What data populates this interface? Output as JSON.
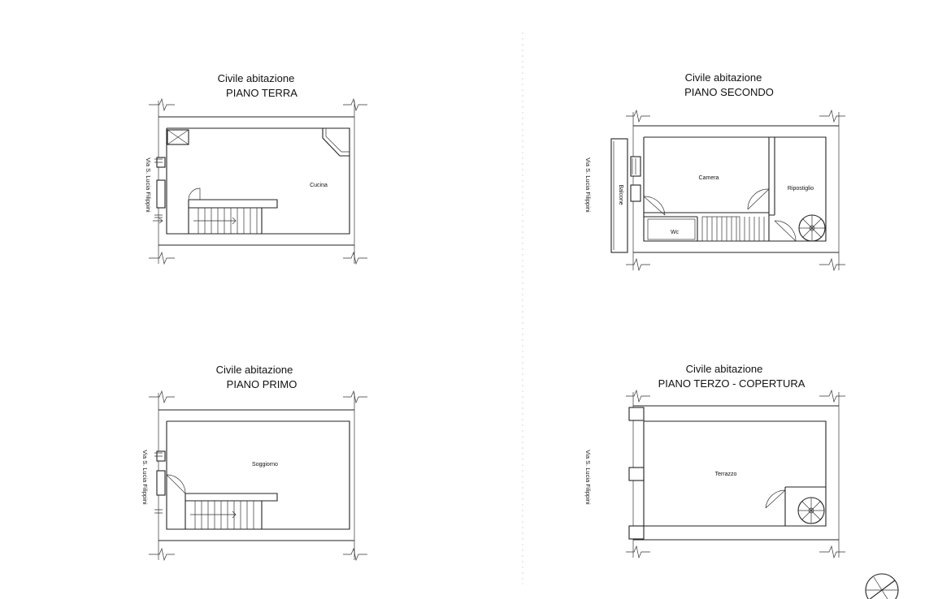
{
  "plans": {
    "terra": {
      "subtitle": "Civile abitazione",
      "title": "PIANO TERRA",
      "street": "Via S. Lucia Filippini",
      "rooms": {
        "cucina": "Cucina"
      }
    },
    "secondo": {
      "subtitle": "Civile abitazione",
      "title": "PIANO SECONDO",
      "street": "Via S. Lucia Filippini",
      "rooms": {
        "camera": "Camera",
        "ripostiglio": "Ripostiglio",
        "wc": "Wc",
        "balcone": "Balcone"
      }
    },
    "primo": {
      "subtitle": "Civile abitazione",
      "title": "PIANO PRIMO",
      "street": "Via S. Lucia Filippini",
      "rooms": {
        "soggiorno": "Soggiorno"
      }
    },
    "terzo": {
      "subtitle": "Civile abitazione",
      "title": "PIANO TERZO - COPERTURA",
      "street": "Via S. Lucia Filippini",
      "rooms": {
        "terrazzo": "Terrazzo"
      }
    }
  },
  "north_arrow": "north-arrow-icon"
}
